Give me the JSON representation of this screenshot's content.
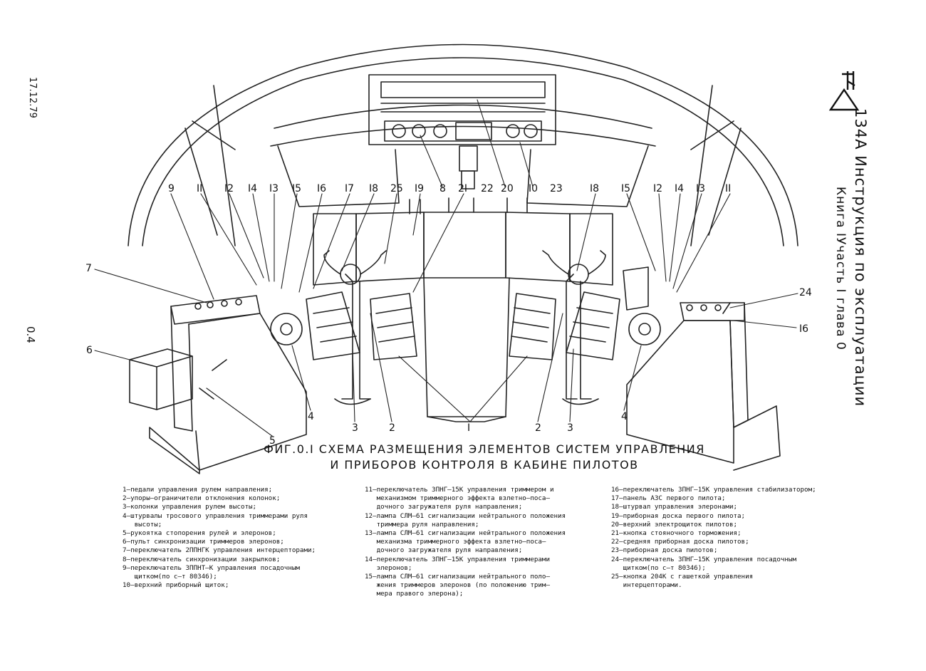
{
  "margin_left": {
    "date": "17.12.79",
    "page_number": "0.4"
  },
  "header": {
    "document_line": "134A Инструкция по эксплуатации",
    "book_line": "Книга IУчасть I глава 0"
  },
  "figure": {
    "title_line1": "ФИГ.0.I СХЕМА РАЗМЕЩЕНИЯ ЭЛЕМЕНТОВ СИСТЕМ УПРАВЛЕНИЯ",
    "title_line2": "И ПРИБОРОВ КОНТРОЛЯ В КАБИНЕ ПИЛОТОВ"
  },
  "callouts": {
    "top_left": [
      "9",
      "II",
      "I2",
      "I4",
      "I3",
      "I5",
      "I6",
      "I7",
      "I8",
      "25",
      "I9",
      "8",
      "2I",
      "22",
      "20",
      "I0",
      "23"
    ],
    "top_right": [
      "I8",
      "I5",
      "I2",
      "I4",
      "I3",
      "II"
    ],
    "side_left": [
      "7",
      "6"
    ],
    "side_right": [
      "24",
      "I6"
    ],
    "bottom": [
      "5",
      "4",
      "3",
      "2",
      "I",
      "2",
      "3",
      "4"
    ]
  },
  "legend": {
    "column1": [
      "1–педали управления рулем направления;",
      "2–упоры–ограничители отклонения колонок;",
      "3–колонки управления рулем высоты;",
      "4–штурвалы тросового управления триммерами руля",
      "   высоты;",
      "5–рукоятка стопорения рулей и элеронов;",
      "6–пульт синхронизации триммеров элеронов;",
      "7–переключатель 2ППНГК управления интерцепторами;",
      "8–переключатель синхронизации закрылков;",
      "9–переключатель 3ППНТ–К управления посадочным",
      "   щитком(по с–т 80346);",
      "10–верхний приборный щиток;"
    ],
    "column2": [
      "11–переключатель 3ПНГ–15К управления триммером и",
      "   механизмом триммерного эффекта взлетно–поса–",
      "   дочного загружателя руля направления;",
      "12–лампа СЛМ–61 сигнализации нейтрального положения",
      "   триммера руля направления;",
      "13–лампа СЛМ–61 сигнализации нейтрального положения",
      "   механизма триммерного эффекта взлетно–поса–",
      "   дочного загружателя руля направления;",
      "14–переключатель 3ПНГ–15К управления триммерами",
      "   элеронов;",
      "15–лампа СЛМ–61 сигнализации нейтрального поло–",
      "   жения триммеров элеронов (по положению трим–",
      "   мера правого элерона);"
    ],
    "column3": [
      "16–переключатель 3ПНГ–15К управления стабилизатором;",
      "17–панель АЗС первого пилота;",
      "18–штурвал управления элеронами;",
      "19–приборная доска первого пилота;",
      "20–верхний электрощиток пилотов;",
      "21–кнопка стояночного торможения;",
      "22–средняя приборная доска пилотов;",
      "23–приборная доска пилотов;",
      "24–переключатель 3ПНГ–15К управления посадочным",
      "   щитком(по с–т 80346);",
      "25–кнопка 204К с гашеткой управления",
      "   интерцепторами."
    ]
  }
}
